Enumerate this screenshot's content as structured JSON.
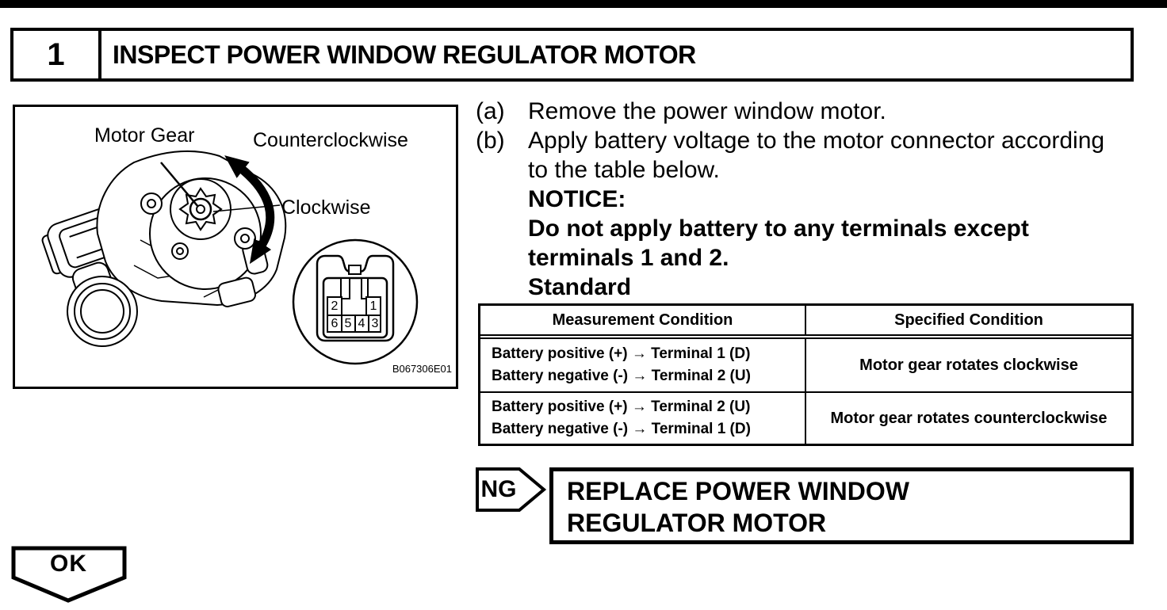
{
  "header": {
    "step_number": "1",
    "title": "INSPECT POWER WINDOW REGULATOR MOTOR"
  },
  "figure": {
    "labels": {
      "motor_gear": "Motor Gear",
      "counterclockwise": "Counterclockwise",
      "clockwise": "Clockwise"
    },
    "connector": {
      "pins": [
        "2",
        "1",
        "6",
        "5",
        "4",
        "3"
      ]
    },
    "code": "B067306E01"
  },
  "steps": {
    "a_marker": "(a)",
    "a_text": "Remove the power window motor.",
    "b_marker": "(b)",
    "b_line1": "Apply battery voltage to the motor connector according",
    "b_line2": "to the table below.",
    "notice_label": "NOTICE:",
    "notice_line1": "Do not apply battery to any terminals except",
    "notice_line2": "terminals 1 and 2.",
    "standard_label": "Standard"
  },
  "table": {
    "headers": [
      "Measurement Condition",
      "Specified Condition"
    ],
    "rows": [
      {
        "condition_line1": "Battery positive (+) → Terminal 1 (D)",
        "condition_line2": "Battery negative (-) → Terminal 2 (U)",
        "result": "Motor gear rotates clockwise"
      },
      {
        "condition_line1": "Battery positive (+) → Terminal 2 (U)",
        "condition_line2": "Battery negative (-) → Terminal 1 (D)",
        "result": "Motor gear rotates counterclockwise"
      }
    ]
  },
  "flow": {
    "ng_label": "NG",
    "ng_result": "REPLACE POWER WINDOW REGULATOR MOTOR",
    "ok_label": "OK"
  }
}
